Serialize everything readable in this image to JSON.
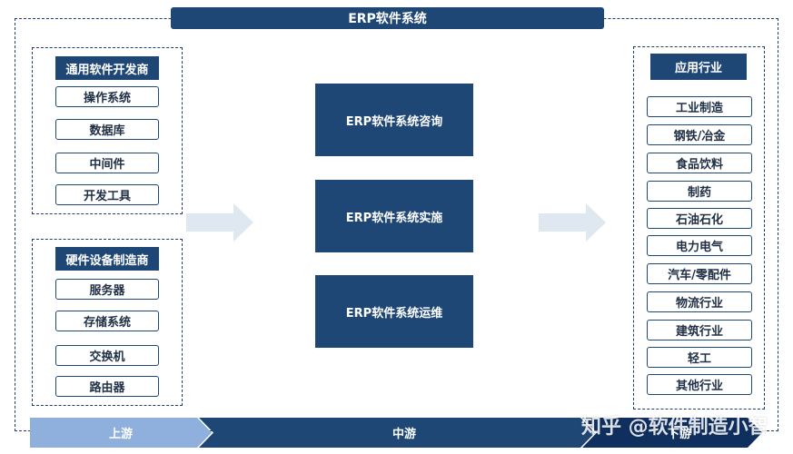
{
  "title": "ERP软件系统",
  "left_groups": [
    {
      "header": "通用软件开发商",
      "items": [
        "操作系统",
        "数据库",
        "中间件",
        "开发工具"
      ]
    },
    {
      "header": "硬件设备制造商",
      "items": [
        "服务器",
        "存储系统",
        "交换机",
        "路由器"
      ]
    }
  ],
  "middle": [
    "ERP软件系统咨询",
    "ERP软件系统实施",
    "ERP软件系统运维"
  ],
  "right_group": {
    "header": "应用行业",
    "items": [
      "工业制造",
      "钢铁/冶金",
      "食品饮料",
      "制药",
      "石油石化",
      "电力电气",
      "汽车/零配件",
      "物流行业",
      "建筑行业",
      "轻工",
      "其他行业"
    ]
  },
  "stages": [
    "上游",
    "中游",
    "下游"
  ],
  "watermark": "知乎 @软件制造小智",
  "colors": {
    "navy": "#1f4775",
    "upstream": "#8fb0dc",
    "midstream": "#1f4775",
    "downstream": "#0f2f5e",
    "arrow": "#dfe7f0"
  }
}
